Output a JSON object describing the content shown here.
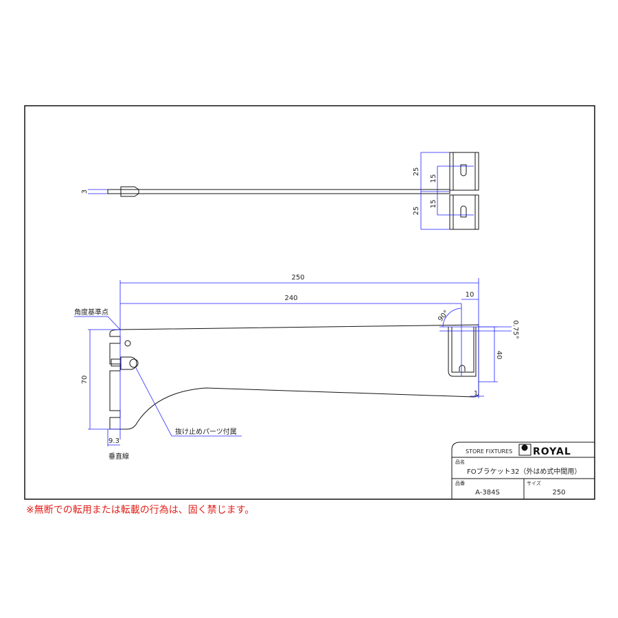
{
  "top_view": {
    "dims": {
      "plate_upper": "25",
      "slot_upper": "15",
      "slot_lower": "15",
      "plate_lower": "25",
      "rod_thickness": "3"
    }
  },
  "side_view": {
    "dims": {
      "overall_length": "250",
      "inner_length": "240",
      "end_width": "10",
      "angle_right": "90°",
      "tilt_angle": "0.75°",
      "end_height": "40",
      "end_offset": "1",
      "height": "70",
      "hook_offset": "9.3"
    },
    "labels": {
      "angle_reference": "角度基準点",
      "vertical_line": "垂直線",
      "stopper_note": "抜け止めパーツ付属"
    }
  },
  "title_block": {
    "company_tag": "STORE FIXTURES",
    "brand": "ROYAL",
    "product_name_label": "品名",
    "product_name": "FOブラケット32（外はめ式中間用）",
    "part_number_label": "品番",
    "part_number": "A-384S",
    "size_label": "サイズ",
    "size": "250"
  },
  "warning": "※無断での転用または転載の行為は、固く禁じます。",
  "colors": {
    "dimension": "#1a1aff",
    "outline": "#111111",
    "warning": "#e0201a"
  }
}
